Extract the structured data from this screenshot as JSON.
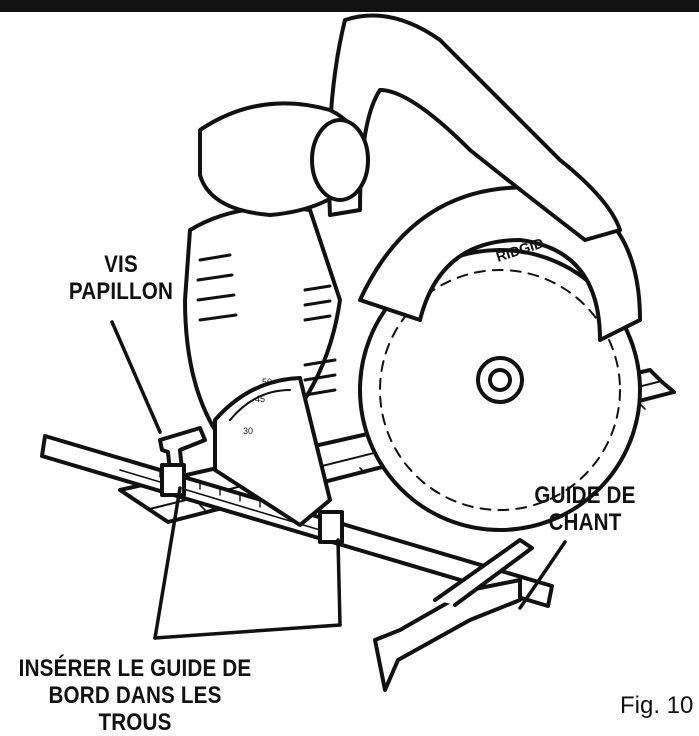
{
  "labels": {
    "wing_screw_line1": "VIS",
    "wing_screw_line2": "PAPILLON",
    "edge_guide_line1": "GUIDE DE",
    "edge_guide_line2": "CHANT",
    "insert_line1": "INSÉRER LE GUIDE DE",
    "insert_line2": "BORD DANS LES TROUS",
    "figure": "Fig. 10"
  },
  "brand": "RIDGID",
  "bevel_scale": [
    "50",
    "45",
    "30"
  ],
  "colors": {
    "ink": "#111111",
    "paper": "#ffffff",
    "rule": "#111111"
  }
}
